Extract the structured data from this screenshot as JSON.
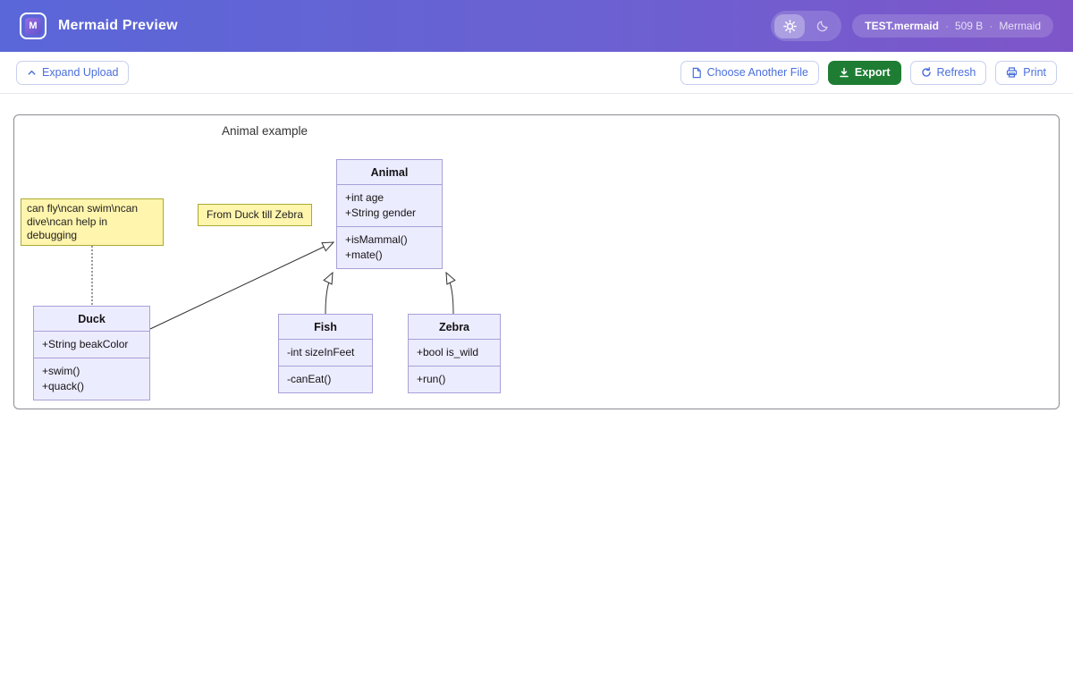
{
  "header": {
    "logo_letter": "M",
    "app_title": "Mermaid Preview",
    "file_badge": {
      "filename": "TEST.mermaid",
      "dot1": "·",
      "filesize": "509 B",
      "dot2": "·",
      "filetype": "Mermaid"
    }
  },
  "toolbar": {
    "expand_upload_label": "Expand Upload",
    "choose_file_label": "Choose Another File",
    "export_label": "Export",
    "refresh_label": "Refresh",
    "print_label": "Print"
  },
  "diagram": {
    "title": "Animal example",
    "notes": [
      {
        "text": "can fly\\ncan swim\\ncan dive\\ncan help in debugging",
        "attached_to": "Duck"
      },
      {
        "text": "From Duck till Zebra"
      }
    ],
    "classes": [
      {
        "name": "Animal",
        "attributes": [
          "+int age",
          "+String gender"
        ],
        "methods": [
          "+isMammal()",
          "+mate()"
        ]
      },
      {
        "name": "Duck",
        "attributes": [
          "+String beakColor"
        ],
        "methods": [
          "+swim()",
          "+quack()"
        ]
      },
      {
        "name": "Fish",
        "attributes": [
          "-int sizeInFeet"
        ],
        "methods": [
          "-canEat()"
        ]
      },
      {
        "name": "Zebra",
        "attributes": [
          "+bool is_wild"
        ],
        "methods": [
          "+run()"
        ]
      }
    ],
    "relations": [
      {
        "from": "Duck",
        "to": "Animal",
        "type": "inheritance"
      },
      {
        "from": "Fish",
        "to": "Animal",
        "type": "inheritance"
      },
      {
        "from": "Zebra",
        "to": "Animal",
        "type": "inheritance"
      },
      {
        "from": "note",
        "to": "Duck",
        "type": "note-link"
      }
    ]
  },
  "colors": {
    "header_gradient_left": "#5a67d8",
    "header_gradient_right": "#7e55c9",
    "accent_blue": "#4a6fdc",
    "export_green": "#1e7d33",
    "class_fill": "#ECECFF",
    "class_border": "#A7A0D8",
    "note_fill": "#FFF5AD",
    "note_border": "#AAAA33",
    "edge_color": "#333333"
  }
}
